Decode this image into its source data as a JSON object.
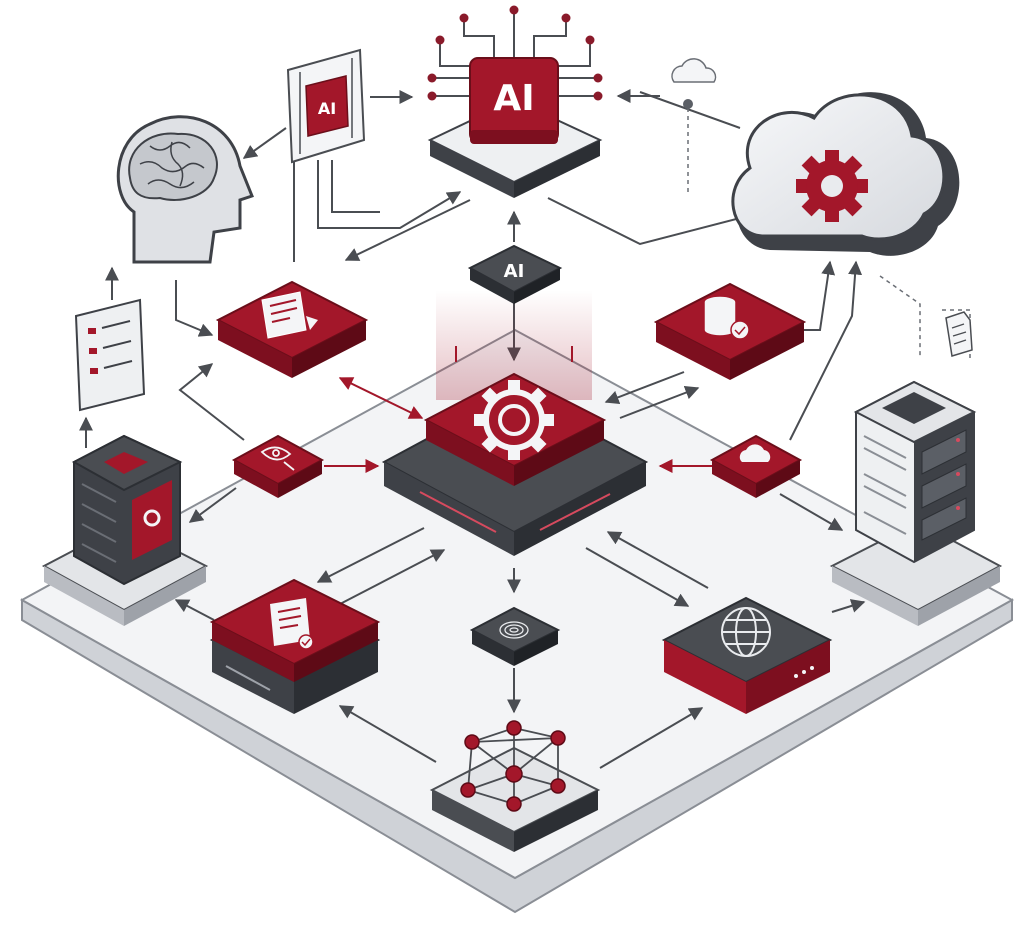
{
  "labels": {
    "ai_hub": "AI",
    "ai_chip": "AI",
    "ai_small": "AI"
  },
  "colors": {
    "accent_red": "#a3172a",
    "accent_red_dark": "#7d0f1f",
    "dark_gray": "#3e4147",
    "mid_gray": "#5b5f66",
    "light_gray": "#e9ebee",
    "line_gray": "#4a4d52",
    "platform": "#f1f2f4"
  },
  "icons": [
    "brain-head-icon",
    "ai-chip-icon",
    "checklist-icon",
    "document-icon",
    "database-check-icon",
    "gear-icon",
    "cloud-icon",
    "fingerprint-icon",
    "globe-icon",
    "network-graph-icon",
    "server-rack-icon",
    "document-check-icon",
    "eye-scan-icon"
  ]
}
